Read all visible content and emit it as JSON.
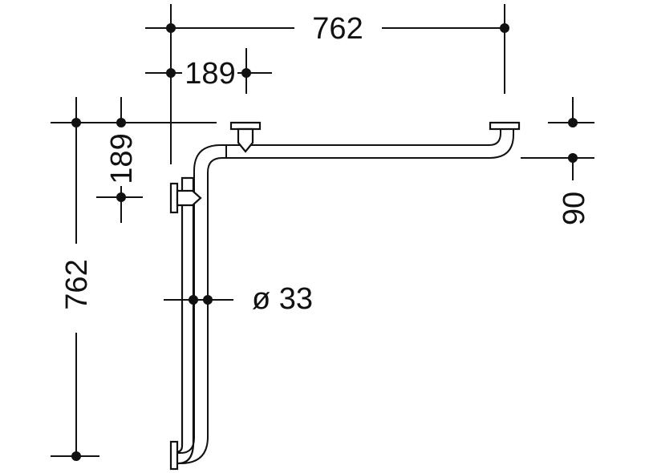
{
  "drawing": {
    "dimensions": {
      "top_width": "762",
      "top_offset": "189",
      "left_offset": "189",
      "left_height": "762",
      "right_drop": "90",
      "diameter": "ø 33"
    }
  }
}
